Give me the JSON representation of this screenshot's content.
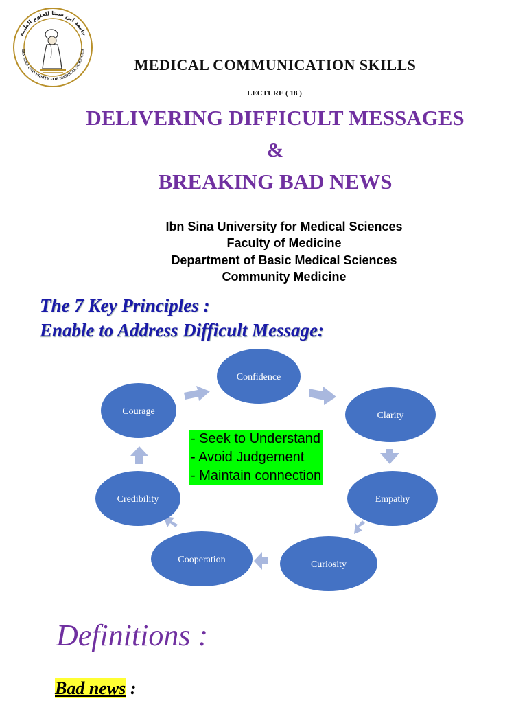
{
  "header": {
    "course_title": "MEDICAL COMMUNICATION SKILLS",
    "lecture": "LECTURE ( 18 )",
    "title_line1": "DELIVERING DIFFICULT MESSAGES",
    "ampersand": "&",
    "title_line2": "BREAKING BAD NEWS"
  },
  "logo": {
    "ring_text": "IBN SINA UNIVERSITY FOR MEDICAL SCIENCES",
    "arabic_text": "جامعة ابن سينا للعلوم الطبية"
  },
  "institution": {
    "line1": "Ibn Sina University for Medical Sciences",
    "line2": "Faculty of Medicine",
    "line3": "Department of Basic Medical Sciences",
    "line4": "Community Medicine"
  },
  "principles": {
    "heading_line1": "The 7 Key Principles :",
    "heading_line2": "Enable to Address Difficult Message:",
    "nodes": [
      "Confidence",
      "Clarity",
      "Empathy",
      "Curiosity",
      "Cooperation",
      "Credibility",
      "Courage"
    ],
    "center_points": [
      "- Seek to Understand",
      "- Avoid Judgement",
      "- Maintain connection"
    ]
  },
  "definitions": {
    "heading": "Definitions :",
    "bad_news_label": "Bad news",
    "bad_news_suffix": " :"
  },
  "colors": {
    "purple": "#7030a0",
    "node_blue": "#4472c4",
    "arrow": "#a9b8de",
    "highlight_green": "#00ff00",
    "highlight_yellow": "#ffff33",
    "heading_blue": "#1a1aa8"
  }
}
